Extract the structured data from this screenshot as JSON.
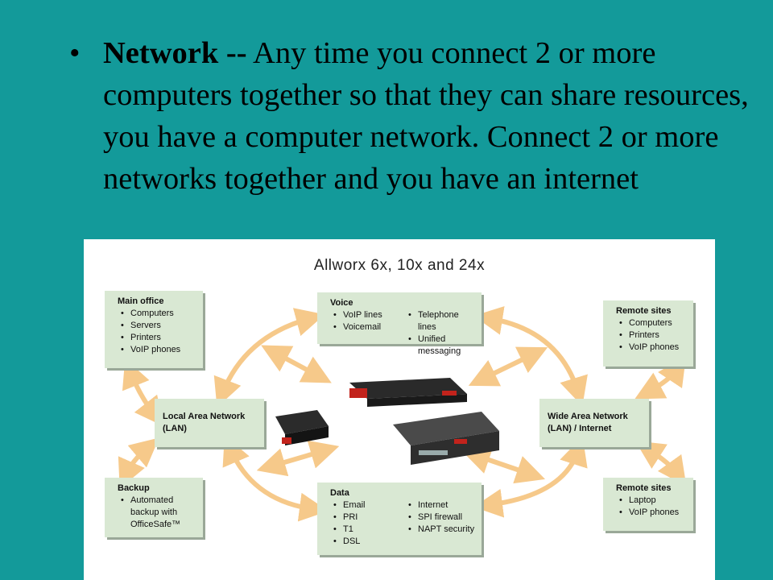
{
  "slide": {
    "bullet": "•",
    "term": "Network --",
    "definition": " Any time you connect 2 or more computers together so that they can share resources, you have a computer network. Connect 2 or more networks together and you have an internet"
  },
  "diagram": {
    "title": "Allworx 6x, 10x and 24x",
    "main_office": {
      "title": "Main office",
      "items": [
        "Computers",
        "Servers",
        "Printers",
        "VoIP phones"
      ]
    },
    "voice": {
      "title": "Voice",
      "col1": [
        "VoIP lines",
        "Voicemail"
      ],
      "col2": [
        "Telephone lines",
        "Unified messaging"
      ]
    },
    "remote_sites_top": {
      "title": "Remote sites",
      "items": [
        "Computers",
        "Printers",
        "VoIP phones"
      ]
    },
    "lan": {
      "title": "Local Area Network (LAN)"
    },
    "wan": {
      "title": "Wide Area Network (LAN) / Internet"
    },
    "backup": {
      "title": "Backup",
      "items": [
        "Automated backup with OfficeSafe™"
      ]
    },
    "data": {
      "title": "Data",
      "col1": [
        "Email",
        "PRI",
        "T1",
        "DSL"
      ],
      "col2": [
        "Internet",
        "SPI firewall",
        "NAPT security"
      ]
    },
    "remote_sites_bottom": {
      "title": "Remote sites",
      "items": [
        "Laptop",
        "VoIP phones"
      ]
    },
    "arrow_color": "#f6c98a",
    "box_color": "#d9e8d3"
  }
}
